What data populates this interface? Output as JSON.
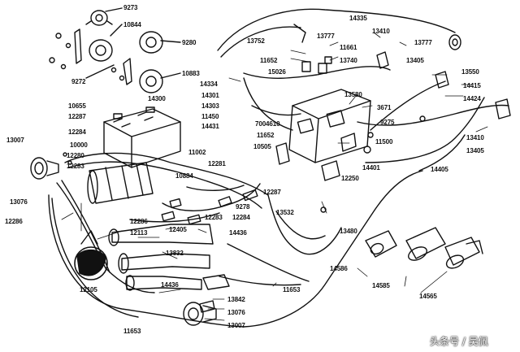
{
  "diagram": {
    "labels": [
      "9273",
      "10844",
      "9280",
      "10883",
      "9272",
      "14335",
      "13752",
      "13777",
      "13410",
      "13777",
      "11661",
      "11652",
      "13740",
      "13405",
      "13550",
      "14415",
      "14424",
      "15026",
      "14334",
      "13580",
      "3671",
      "10655",
      "14300",
      "14301",
      "14303",
      "12287",
      "11450",
      "14431",
      "12284",
      "7004610",
      "11652",
      "9275",
      "13410",
      "13405",
      "13007",
      "10000",
      "12280",
      "12283",
      "11002",
      "12281",
      "10505",
      "11500",
      "14401",
      "14405",
      "10884",
      "12250",
      "13076",
      "12287",
      "9278",
      "12284",
      "12283",
      "13532",
      "12286",
      "12286",
      "12113",
      "12405",
      "14436",
      "13480",
      "13832",
      "14586",
      "14585",
      "14565",
      "12105",
      "14436",
      "11653",
      "13842",
      "13076",
      "11653",
      "13007"
    ]
  },
  "watermark": "头条号 / 吴佩"
}
